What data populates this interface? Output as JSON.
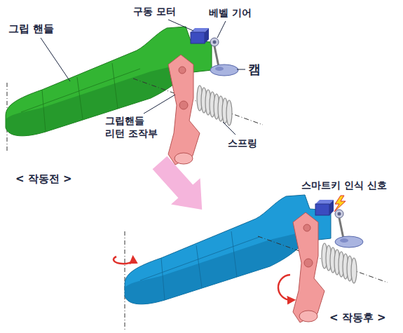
{
  "diagram": {
    "labels": [
      "그립 핸들",
      "구동 모터",
      "베벨 기어",
      "캠",
      "그립핸들 리턴 조작부",
      "스프링",
      "< 작동전 >",
      "스마트키 인식 신호",
      "< 작동후 >"
    ]
  }
}
